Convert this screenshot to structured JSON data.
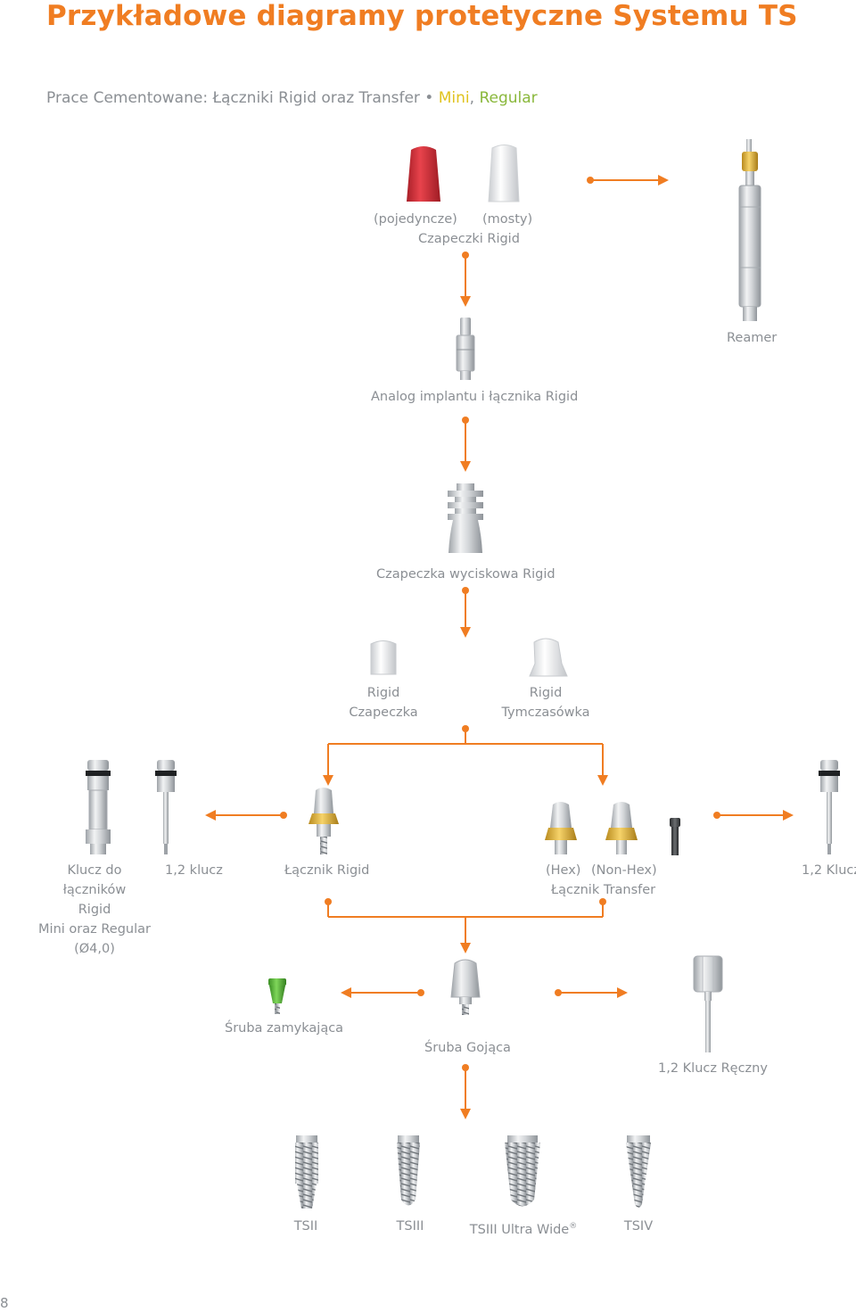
{
  "page": {
    "title": "Przykładowe diagramy protetyczne Systemu TS",
    "subtitle_prefix": "Prace Cementowane: Łączniki Rigid oraz Transfer • ",
    "subtitle_mini": "Mini",
    "subtitle_sep": ", ",
    "subtitle_regular": "Regular",
    "page_number": "8"
  },
  "labels": {
    "single": "(pojedyncze)",
    "bridges": "(mosty)",
    "rigid_caps": "Czapeczki Rigid",
    "reamer": "Reamer",
    "analog": "Analog implantu i łącznika Rigid",
    "impression_cap": "Czapeczka wyciskowa Rigid",
    "rigid1": "Rigid",
    "cap": "Czapeczka",
    "rigid2": "Rigid",
    "temporary": "Tymczasówka",
    "key_line1": "Klucz do",
    "key_line2": "łączników",
    "key_line3": "Rigid",
    "key_line4": "Mini oraz Regular",
    "key_line5": "(Ø4,0)",
    "key12": "1,2 klucz",
    "rigid_abutment": "Łącznik Rigid",
    "hex": "(Hex)",
    "nonhex": "(Non-Hex)",
    "transfer_abutment": "Łącznik Transfer",
    "key12_right": "1,2 Klucz",
    "closing_screw": "Śruba zamykająca",
    "healing_screw": "Śruba Gojąca",
    "hand_key": "1,2 Klucz Ręczny",
    "tsii": "TSII",
    "tsiii": "TSIII",
    "tsiii_uw": "TSIII Ultra Wide",
    "reg": "®",
    "tsiv": "TSIV"
  },
  "colors": {
    "accent": "#f07d22",
    "text": "#8b8f94",
    "mini": "#e0c31f",
    "regular": "#8ab83c",
    "cap_red": "#d8303a",
    "gold": "#e0b23a",
    "green": "#5fbf3c"
  }
}
